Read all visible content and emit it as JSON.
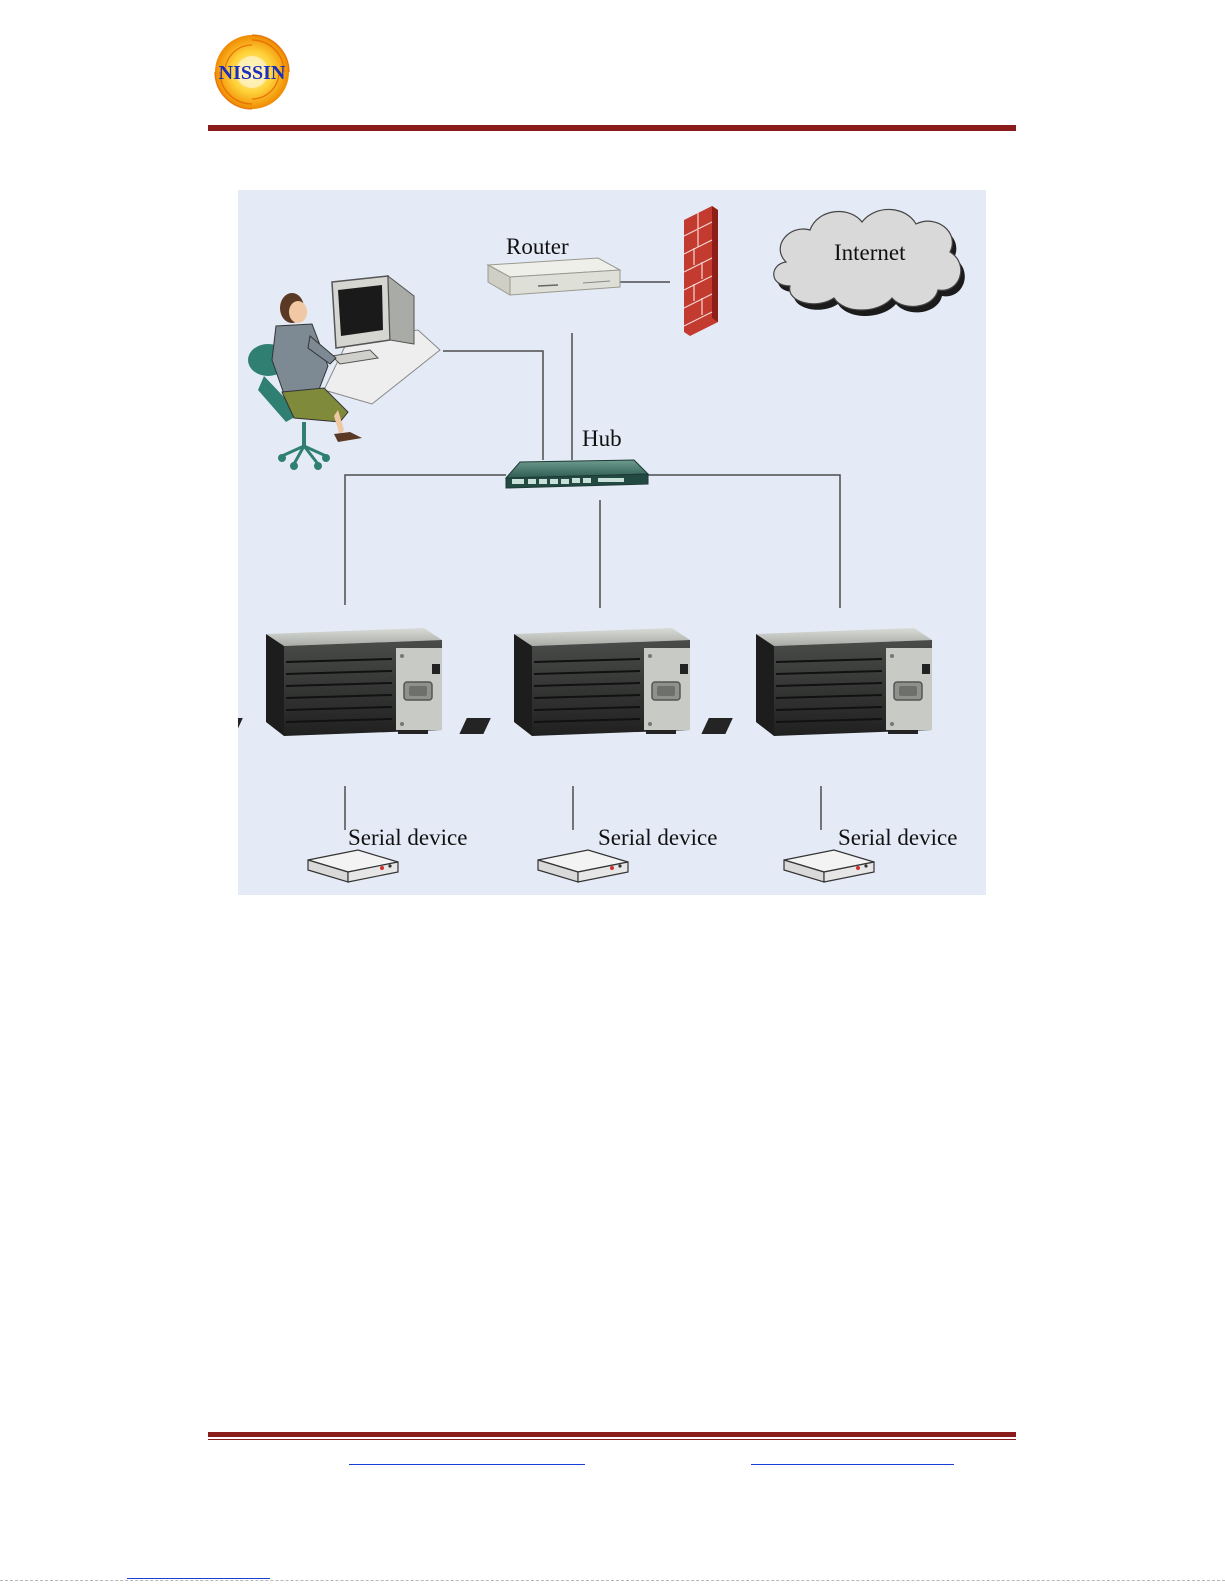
{
  "logo": {
    "text": "NISSIN"
  },
  "diagram": {
    "labels": {
      "router": "Router",
      "internet": "Internet",
      "hub": "Hub",
      "serial_1": "Serial device",
      "serial_2": "Serial device",
      "serial_3": "Serial device"
    }
  },
  "colors": {
    "rule": "#8a1c1c",
    "logo_text": "#1a2fbf",
    "diagram_bg": "#e4ebf6",
    "link": "#1a3fd6"
  }
}
